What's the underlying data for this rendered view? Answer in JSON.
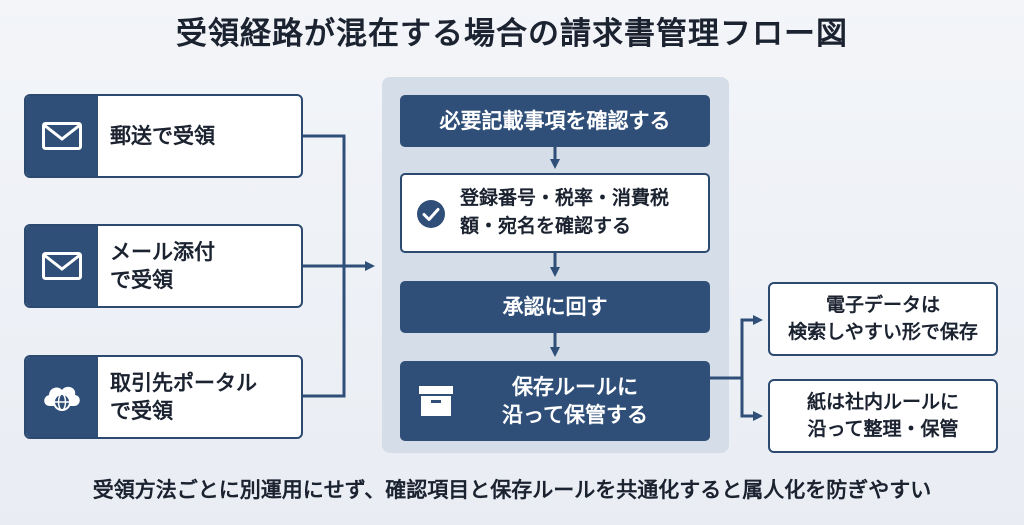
{
  "title": "受領経路が混在する場合の請求書管理フロー図",
  "sources": [
    {
      "label": "郵送で受領",
      "icon": "envelope-icon"
    },
    {
      "label": "メール添付\nで受領",
      "icon": "envelope-icon"
    },
    {
      "label": "取引先ポータル\nで受領",
      "icon": "cloud-globe-icon"
    }
  ],
  "steps": {
    "confirm_items": "必要記載事項を確認する",
    "check_details": "登録番号・税率・消費税\n額・宛名を確認する",
    "approval": "承認に回す",
    "store": "保存ルールに\n沿って保管する"
  },
  "outputs": {
    "digital": "電子データは\n検索しやすい形で保存",
    "paper": "紙は社内ルールに\n沿って整理・保管"
  },
  "footer": "受領方法ごとに別運用にせず、確認項目と保存ルールを共通化すると属人化を防ぎやすい",
  "colors": {
    "navy": "#2f4f78",
    "panel": "#d5dde8",
    "background": "#eef1f6"
  }
}
